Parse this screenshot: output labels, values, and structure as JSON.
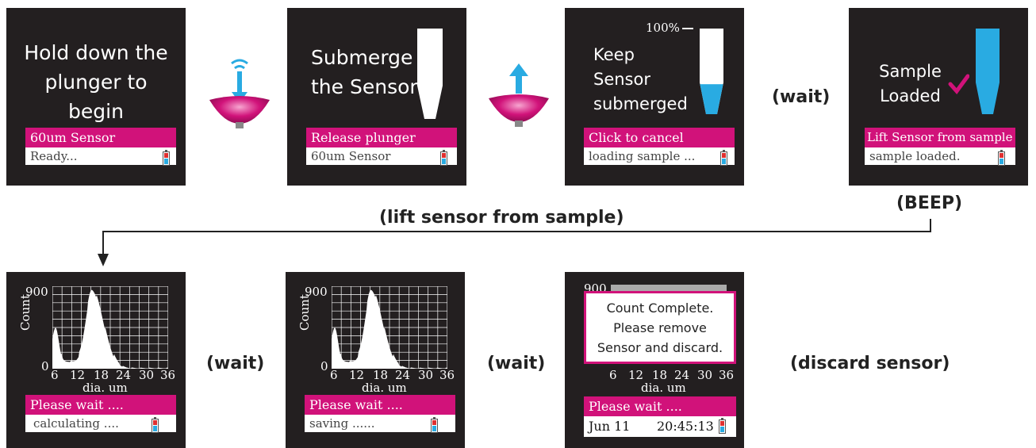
{
  "screens": {
    "s1": {
      "main": [
        "Hold down the",
        "plunger to",
        "begin"
      ],
      "pink": "60um Sensor",
      "status": "Ready..."
    },
    "s2": {
      "main": [
        "Submerge",
        "the Sensor"
      ],
      "pink": "Release plunger",
      "status": "60um Sensor"
    },
    "s3": {
      "level_label": "100%",
      "main": [
        "Keep",
        "Sensor",
        "submerged"
      ],
      "pink": "Click to cancel",
      "status": "loading sample ...",
      "fill_fraction": 0.35
    },
    "s4": {
      "main": [
        "Sample",
        "Loaded"
      ],
      "pink": "Lift Sensor from sample",
      "status": "sample loaded."
    },
    "s5": {
      "pink": "Please wait ....",
      "status": "calculating ...."
    },
    "s6": {
      "pink": "Please wait ....",
      "status": "saving ......"
    },
    "s7": {
      "popup": [
        "Count Complete.",
        "Please remove",
        "Sensor and discard."
      ],
      "pink": "Please wait ....",
      "date": "Jun 11",
      "time": "20:45:13"
    }
  },
  "histogram": {
    "ylabel": "Count",
    "xlabel": "dia. um",
    "ymax_label": "900",
    "ymin_label": "0",
    "xticks": [
      "6",
      "12",
      "18",
      "24",
      "30",
      "36"
    ],
    "ytop_partial": "900"
  },
  "annotations": {
    "wait1": "(wait)",
    "beep": "(BEEP)",
    "lift": "(lift sensor from sample)",
    "wait2": "(wait)",
    "wait3": "(wait)",
    "discard": "(discard sensor)"
  },
  "colors": {
    "accent": "#d1127a",
    "screen_bg": "#231f20",
    "sensor_blue": "#29abe2"
  }
}
